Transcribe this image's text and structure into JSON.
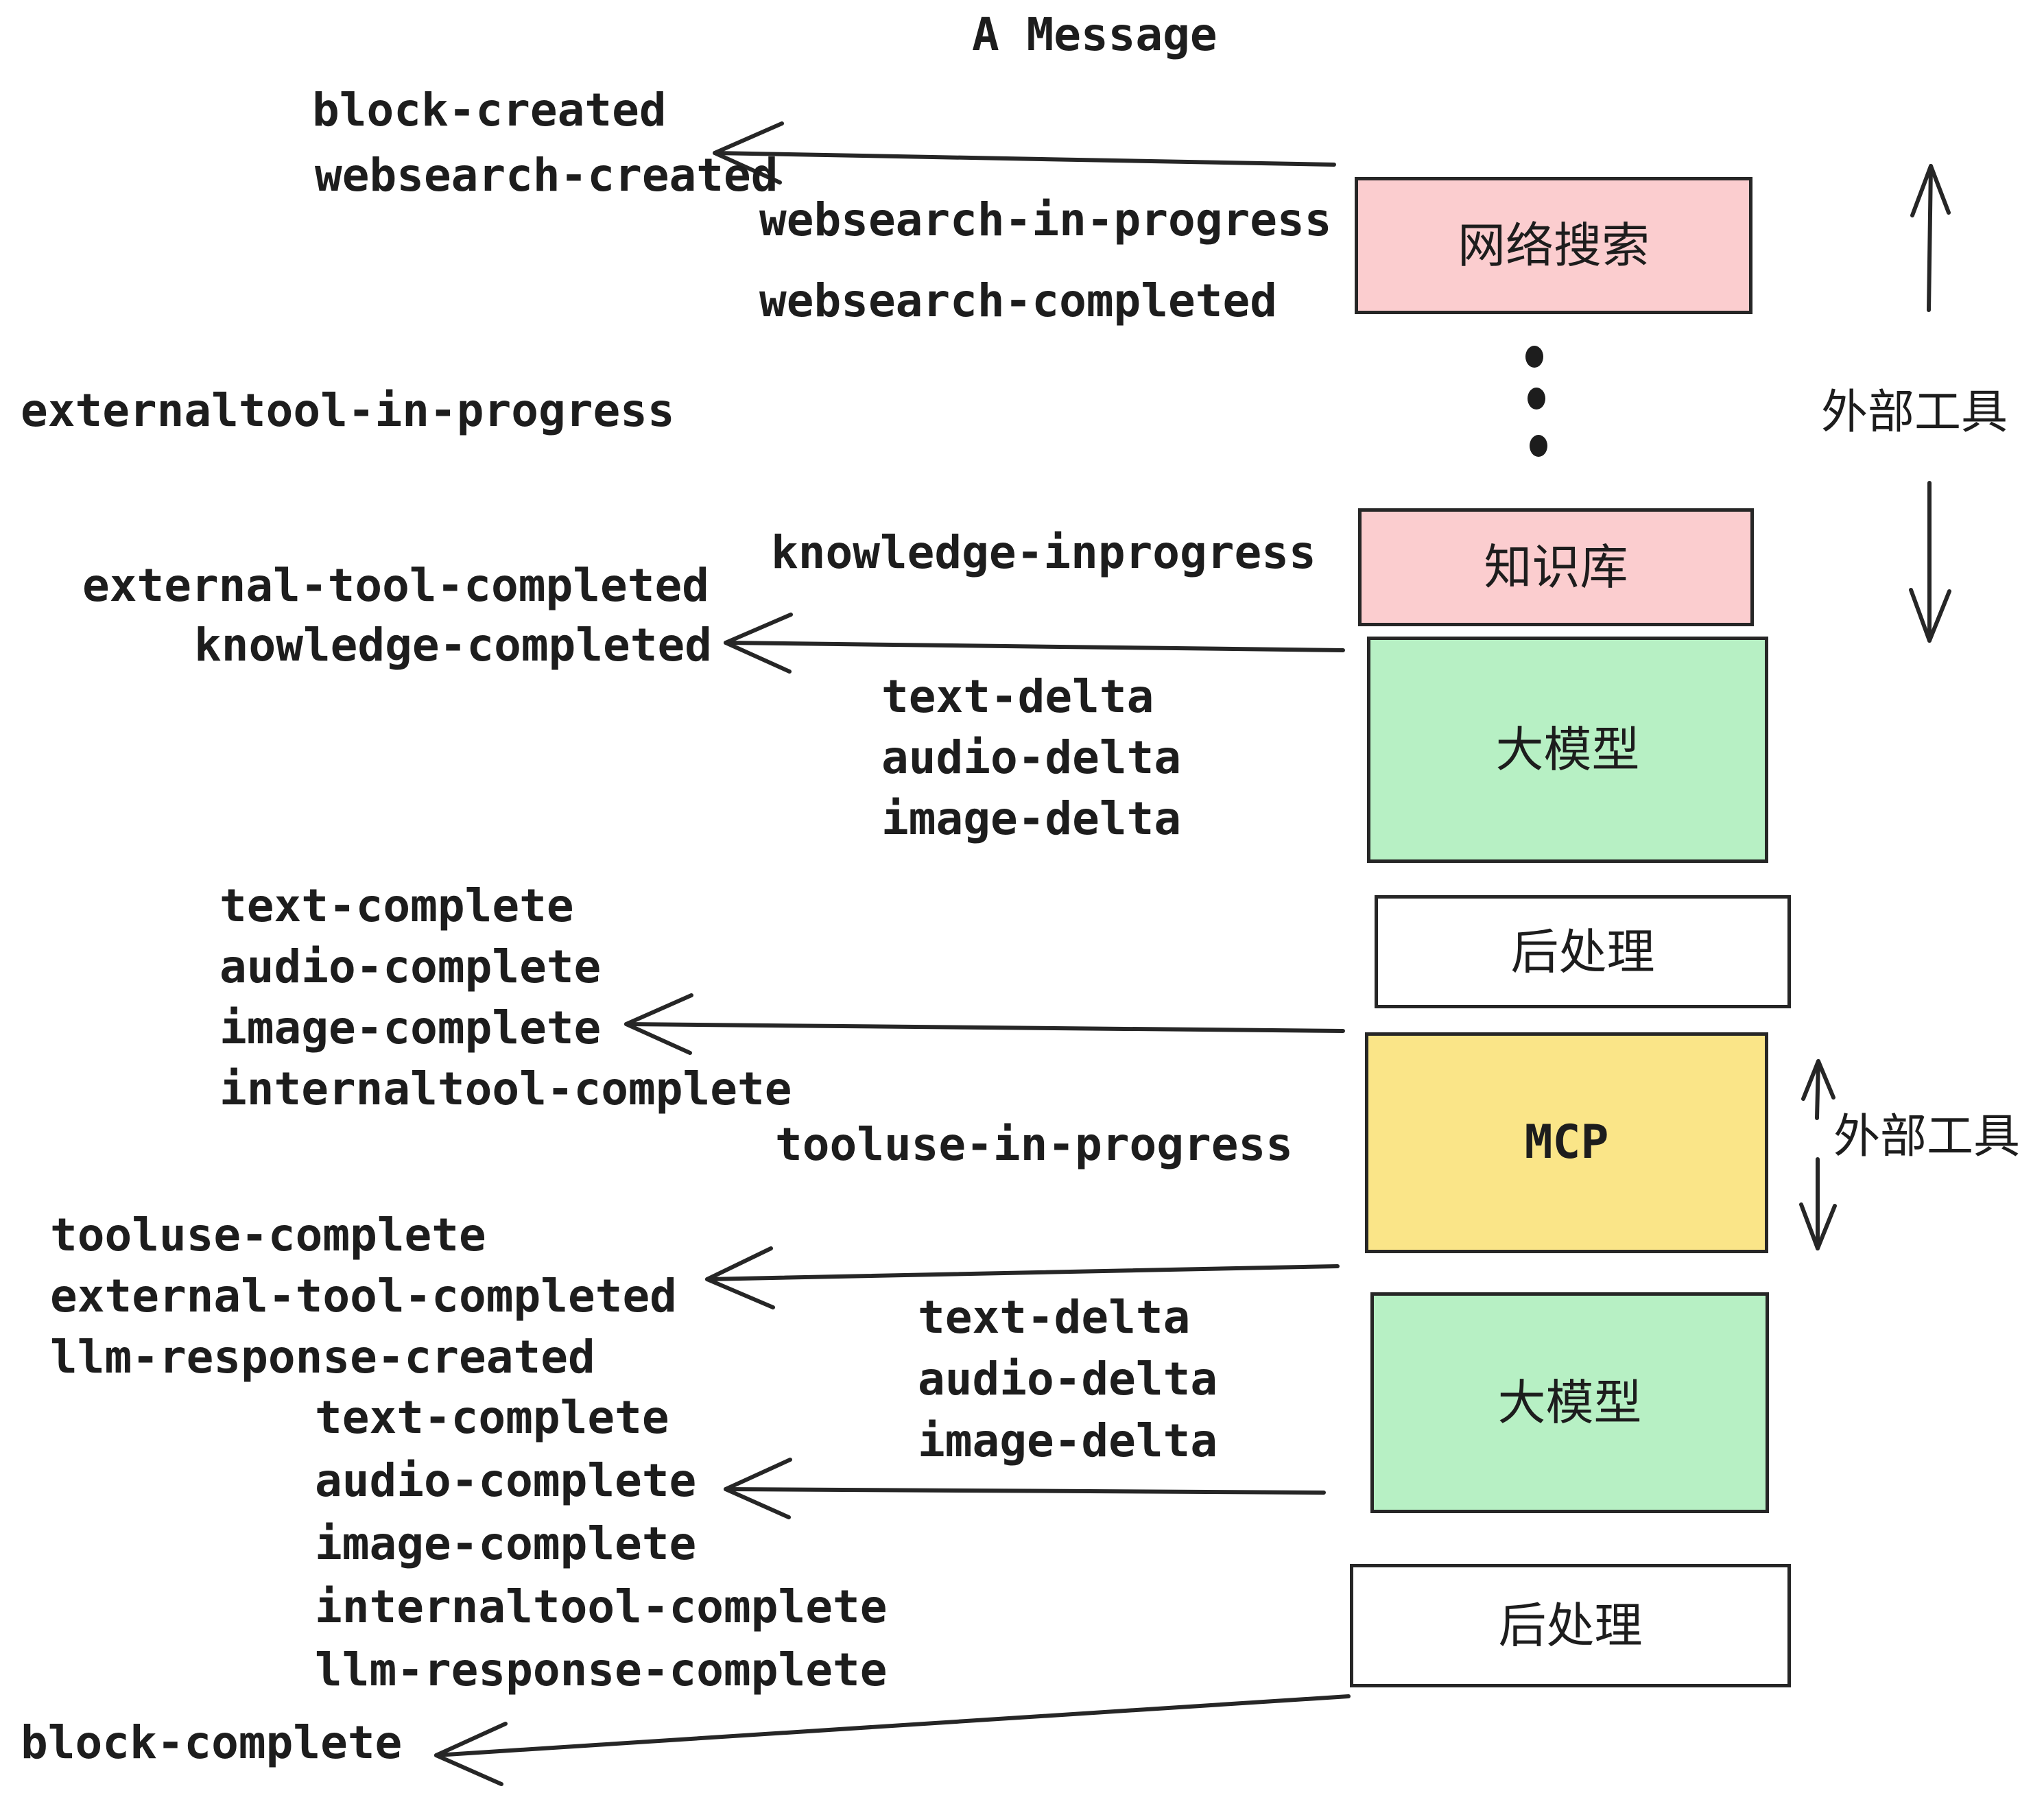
{
  "title": "A Message",
  "colors": {
    "pink": "#fbcdcf",
    "green": "#b7f0c4",
    "yellow": "#fae588",
    "white": "#ffffff",
    "line": "#262626",
    "text": "#1d1d1d"
  },
  "boxes": [
    {
      "id": "websearch",
      "label": "网络搜索",
      "color": "pink"
    },
    {
      "id": "knowledge",
      "label": "知识库",
      "color": "pink"
    },
    {
      "id": "llm-1",
      "label": "大模型",
      "color": "green"
    },
    {
      "id": "postprocess-1",
      "label": "后处理",
      "color": "white"
    },
    {
      "id": "mcp",
      "label": "MCP",
      "color": "yellow"
    },
    {
      "id": "llm-2",
      "label": "大模型",
      "color": "green"
    },
    {
      "id": "postprocess-2",
      "label": "后处理",
      "color": "white"
    }
  ],
  "side_labels": [
    {
      "text": "外部工具"
    },
    {
      "text": "外部工具"
    }
  ],
  "events": [
    {
      "text": "block-created"
    },
    {
      "text": "websearch-created"
    },
    {
      "text": "websearch-in-progress"
    },
    {
      "text": "websearch-completed"
    },
    {
      "text": "externaltool-in-progress"
    },
    {
      "text": "knowledge-inprogress"
    },
    {
      "text": "external-tool-completed"
    },
    {
      "text": "knowledge-completed"
    },
    {
      "text": "text-delta"
    },
    {
      "text": "audio-delta"
    },
    {
      "text": "image-delta"
    },
    {
      "text": "text-complete"
    },
    {
      "text": "audio-complete"
    },
    {
      "text": "image-complete"
    },
    {
      "text": "internaltool-complete"
    },
    {
      "text": "tooluse-in-progress"
    },
    {
      "text": "tooluse-complete"
    },
    {
      "text": "external-tool-completed"
    },
    {
      "text": "llm-response-created"
    },
    {
      "text": "text-delta"
    },
    {
      "text": "audio-delta"
    },
    {
      "text": "image-delta"
    },
    {
      "text": "text-complete"
    },
    {
      "text": "audio-complete"
    },
    {
      "text": "image-complete"
    },
    {
      "text": "internaltool-complete"
    },
    {
      "text": "llm-response-complete"
    },
    {
      "text": "block-complete"
    }
  ]
}
